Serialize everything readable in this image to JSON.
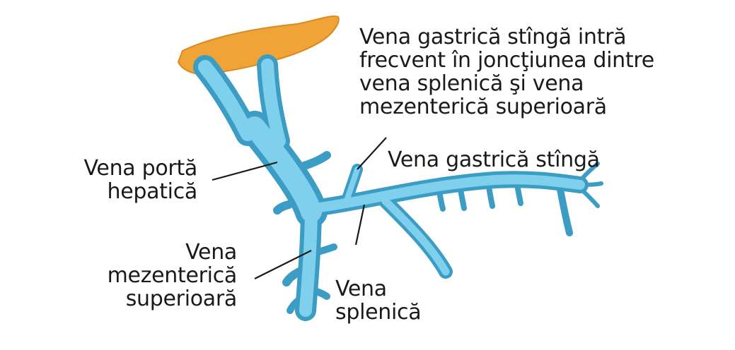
{
  "diagram": {
    "colors": {
      "vein_fill": "#6fc3e3",
      "vein_dark": "#3b9cc4",
      "vein_highlight": "#b8e6f5",
      "liver": "#f0a437",
      "liver_dark": "#d98a20",
      "leader": "#1a1a1a"
    },
    "labels": {
      "note": [
        "Vena gastrică stîngă intră",
        "frecvent în joncţiunea dintre",
        "vena splenică şi vena",
        "mezenterică superioară"
      ],
      "portal": [
        "Vena portă",
        "hepatică"
      ],
      "gastric": [
        "Vena gastrică stîngă"
      ],
      "mesenteric": [
        "Vena",
        "mezenterică",
        "superioară"
      ],
      "splenic": [
        "Vena",
        "splenică"
      ]
    }
  }
}
